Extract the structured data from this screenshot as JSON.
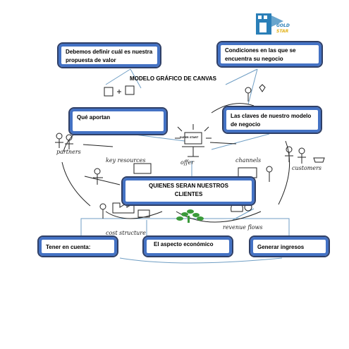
{
  "logo": {
    "text_line1": "GOLD",
    "text_line2": "STAR",
    "color": "#2a7fb8",
    "accent": "#e2b21b"
  },
  "diagram_title": "MODELO GRÁFICO DE CANVAS",
  "boxes": {
    "propuesta": "Debemos definir cuál es nuestra propuesta de valor",
    "condiciones": "Condiciones en las que se encuentra su negocio",
    "que_aportan": "Qué aportan",
    "claves": "Las claves de nuestro modelo de negocio",
    "clientes": "QUIENES SERAN NUESTROS CLIENTES",
    "tener_cuenta": "Tener en cuenta:",
    "aspecto": "El aspecto económico",
    "ingresos": "Generar ingresos"
  },
  "sketch_labels": {
    "partners": "partners",
    "key_resources": "key resources",
    "offer": "offer",
    "channels": "channels",
    "customers": "customers",
    "cost_structure": "cost structure",
    "revenue_flows": "revenue flows",
    "super_start": "SUPER START"
  },
  "colors": {
    "box_border": "#2f3f66",
    "box_inner": "#4472c4",
    "connector": "#6f9ec4",
    "sketch": "#222222",
    "plant": "#3a9a3a"
  }
}
